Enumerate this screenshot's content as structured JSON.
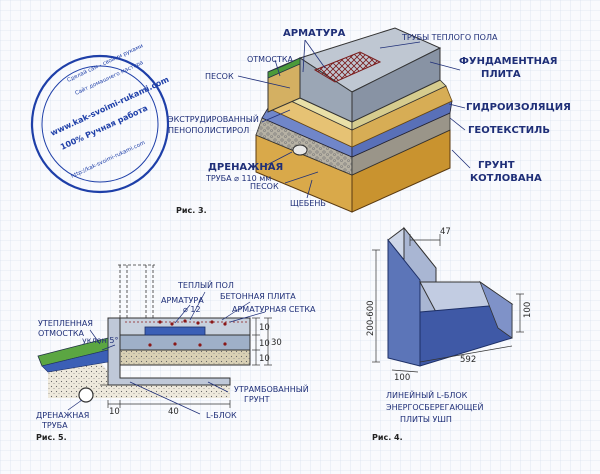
{
  "stamp": {
    "line1": "Сделай сам - своими руками",
    "line2": "Сайт домашнего мастера",
    "url": "www.kak-svoimi-rukami.com",
    "handmade": "100% Ручная работа",
    "url_small": "http://kak-svoimi-rukami.com"
  },
  "fig3": {
    "caption": "Рис. 3.",
    "labels": {
      "armatura": "АРМАТУРА",
      "otmostka": "ОТМОСТКА",
      "pesok_top": "ПЕСОК",
      "truby_teplogo_pola": "ТРУБЫ ТЕПЛОГО ПОЛА",
      "fundamentnaya_plita_1": "ФУНДАМЕНТНАЯ",
      "fundamentnaya_plita_2": "ПЛИТА",
      "ekstrudirovanny_1": "ЭКСТРУДИРОВАННЫЙ",
      "ekstrudirovanny_2": "ПЕНОПОЛИСТИРОЛ",
      "gidroizolyaciya": "ГИДРОИЗОЛЯЦИЯ",
      "geotekstil": "ГЕОТЕКСТИЛЬ",
      "drenazhnaya_1": "ДРЕНАЖНАЯ",
      "drenazhnaya_2": "ТРУБА ⌀ 110 мм",
      "grunt_1": "ГРУНТ",
      "grunt_2": "КОТЛОВАНА",
      "pesok_bottom": "ПЕСОК",
      "shcheben": "ЩЕБЕНЬ"
    }
  },
  "fig5": {
    "caption": "Рис. 5.",
    "labels": {
      "tepliy_pol": "ТЕПЛЫЙ ПОЛ",
      "betonnaya_plita": "БЕТОННАЯ ПЛИТА",
      "armatura": "АРМАТУРА",
      "armatura_d": "⌀ 12",
      "armaturnaya_setka": "АРМАТУРНАЯ СЕТКА",
      "uteplennaya_1": "УТЕПЛЕННАЯ",
      "uteplennaya_2": "ОТМОСТКА",
      "uklon": "уклон 5°",
      "drenazhnaya_1": "ДРЕНАЖНАЯ",
      "drenazhnaya_2": "ТРУБА",
      "utrambovanny_1": "УТРАМБОВАННЫЙ",
      "utrambovanny_2": "ГРУНТ",
      "l_blok": "L-БЛОК"
    },
    "dims": {
      "d10a": "10",
      "d10b": "10",
      "d10c": "10",
      "d30": "30",
      "d10_bottom": "10",
      "d40": "40"
    }
  },
  "fig4": {
    "caption": "Рис. 4.",
    "dims": {
      "d47": "47",
      "d200_600": "200-600",
      "d100_right": "100",
      "d592": "592",
      "d100_bottom": "100"
    },
    "label_1": "ЛИНЕЙНЫЙ L-БЛОК",
    "label_2": "ЭНЕРГОСБЕРЕГАЮЩЕЙ",
    "label_3": "ПЛИТЫ УШП"
  }
}
